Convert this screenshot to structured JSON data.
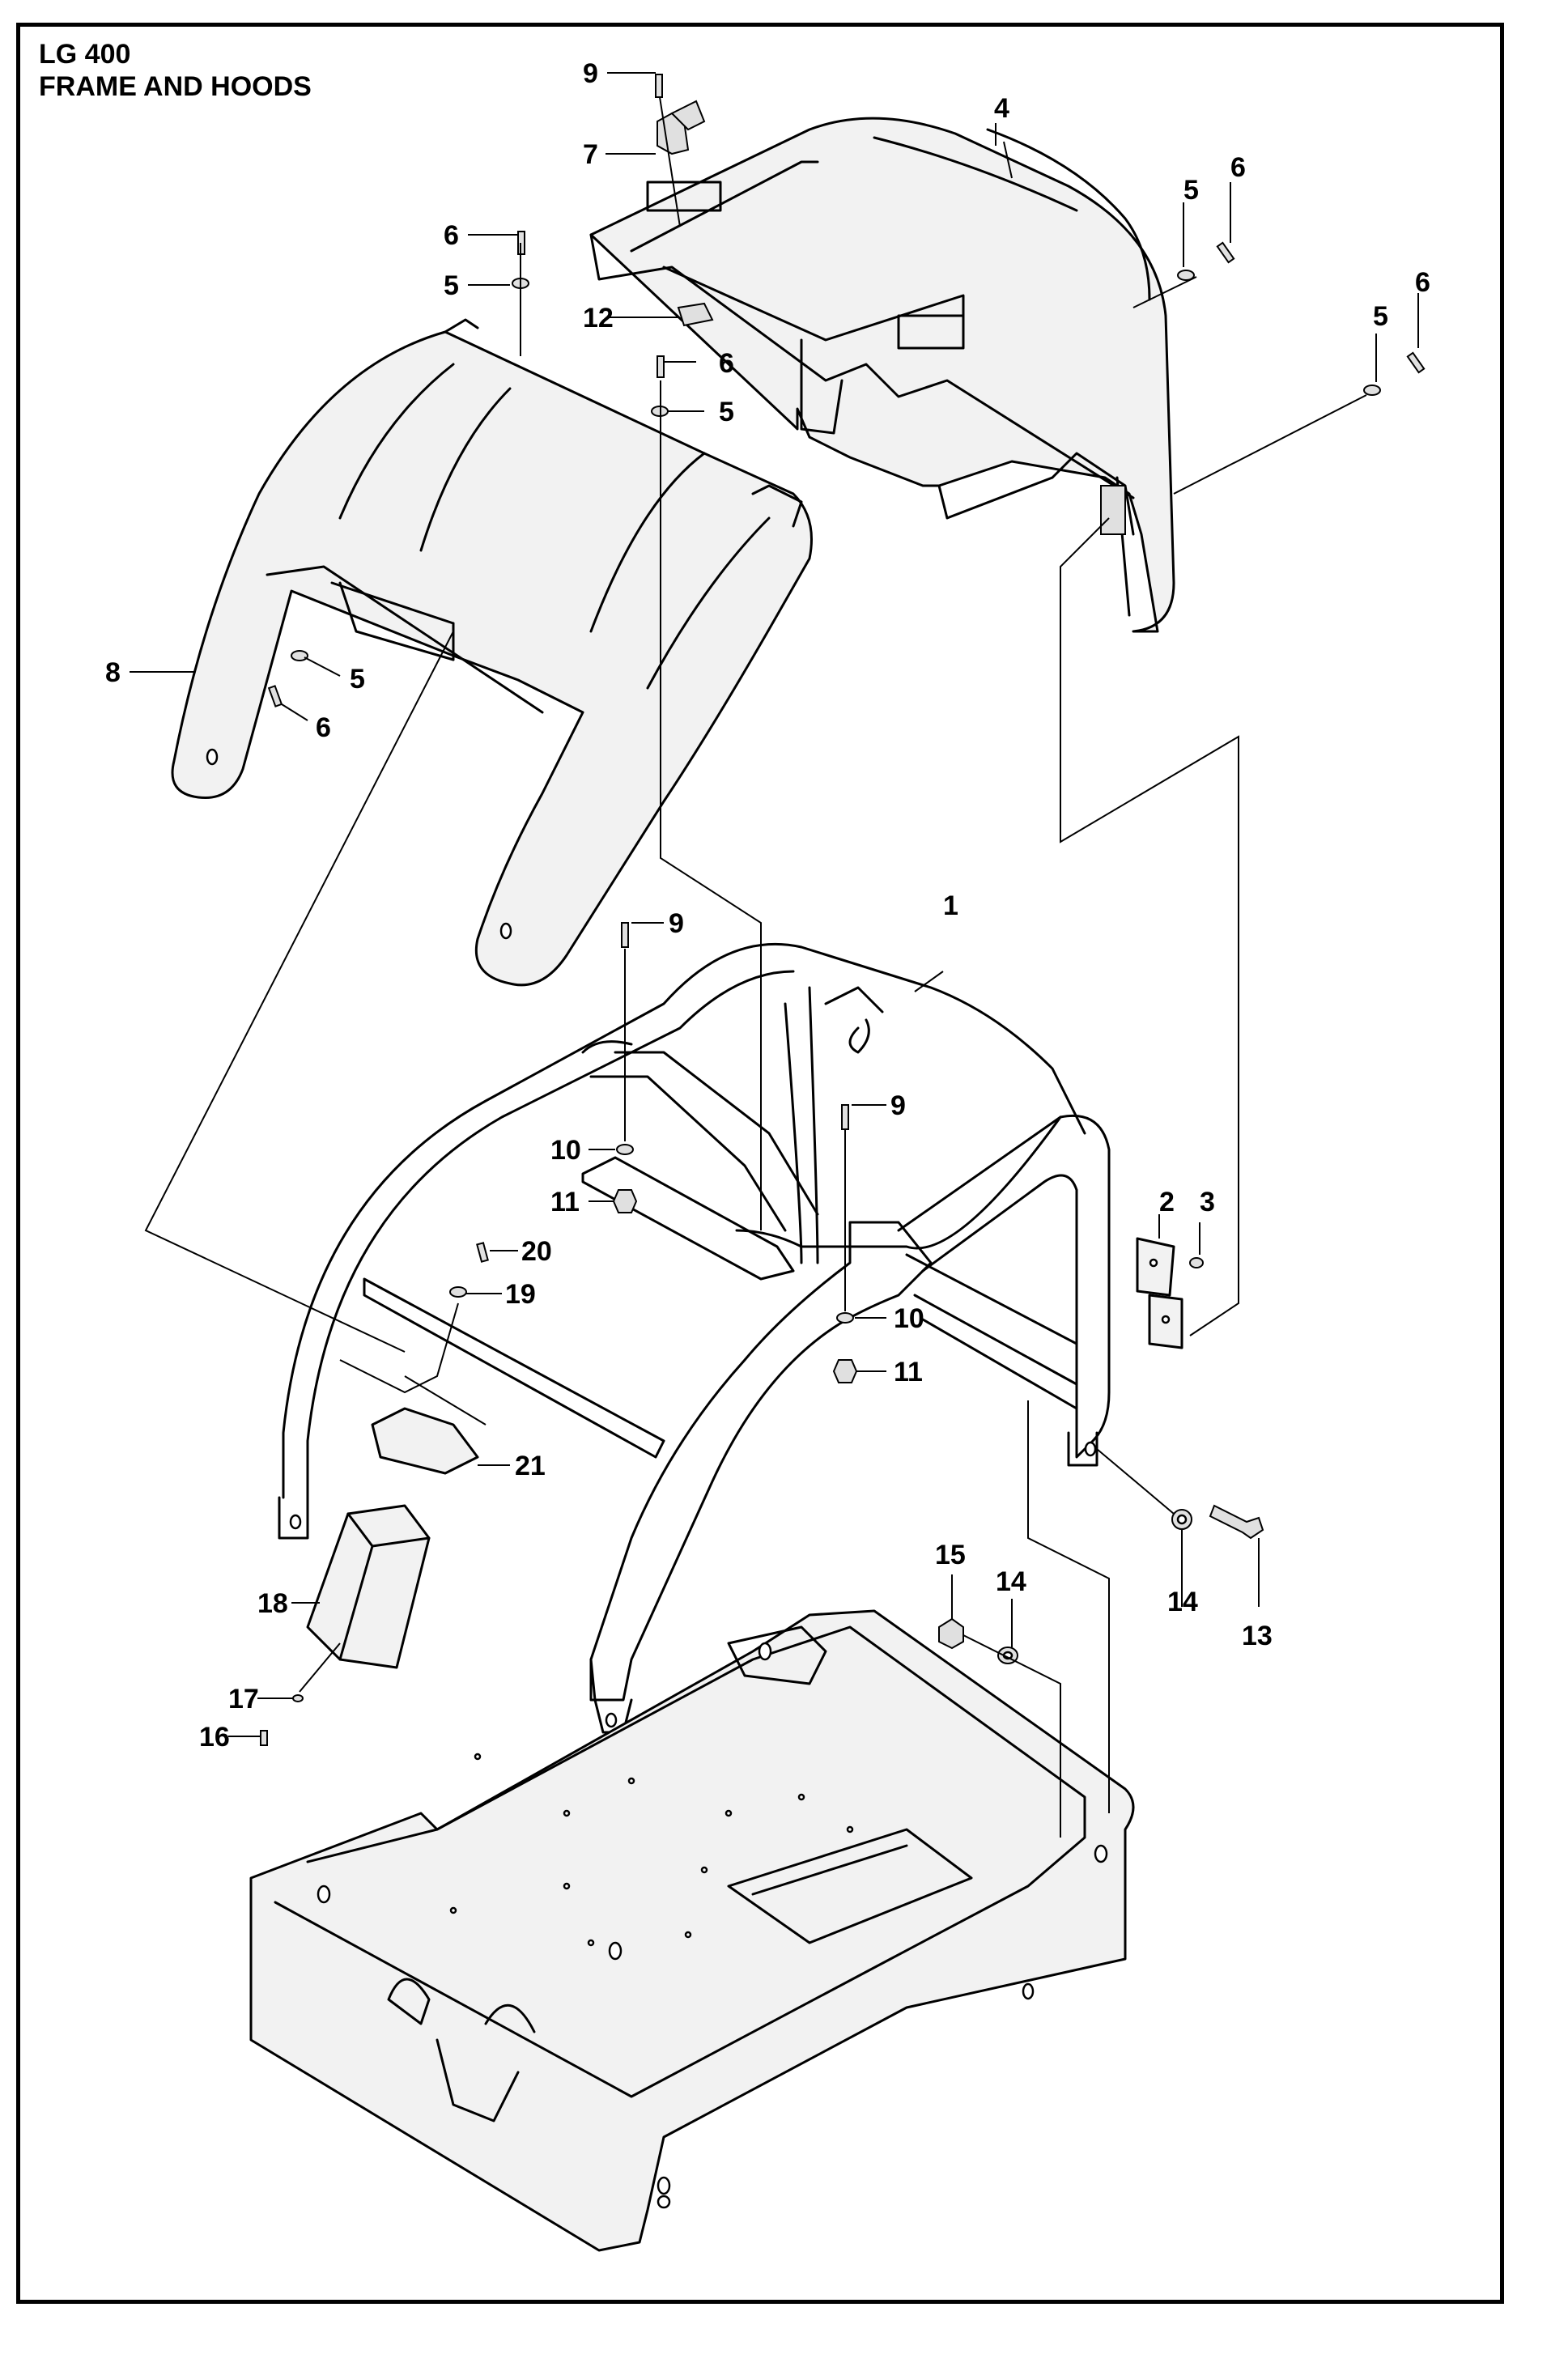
{
  "title": {
    "model": "LG 400",
    "name": "FRAME AND HOODS"
  },
  "callouts": [
    {
      "id": "c1",
      "label": "1"
    },
    {
      "id": "c2",
      "label": "2"
    },
    {
      "id": "c3",
      "label": "3"
    },
    {
      "id": "c4",
      "label": "4"
    },
    {
      "id": "c5a",
      "label": "5"
    },
    {
      "id": "c5b",
      "label": "5"
    },
    {
      "id": "c5c",
      "label": "5"
    },
    {
      "id": "c5d",
      "label": "5"
    },
    {
      "id": "c5e",
      "label": "5"
    },
    {
      "id": "c6a",
      "label": "6"
    },
    {
      "id": "c6b",
      "label": "6"
    },
    {
      "id": "c6c",
      "label": "6"
    },
    {
      "id": "c6d",
      "label": "6"
    },
    {
      "id": "c6e",
      "label": "6"
    },
    {
      "id": "c7",
      "label": "7"
    },
    {
      "id": "c8",
      "label": "8"
    },
    {
      "id": "c9a",
      "label": "9"
    },
    {
      "id": "c9b",
      "label": "9"
    },
    {
      "id": "c9c",
      "label": "9"
    },
    {
      "id": "c10a",
      "label": "10"
    },
    {
      "id": "c10b",
      "label": "10"
    },
    {
      "id": "c11a",
      "label": "11"
    },
    {
      "id": "c11b",
      "label": "11"
    },
    {
      "id": "c12",
      "label": "12"
    },
    {
      "id": "c13",
      "label": "13"
    },
    {
      "id": "c14a",
      "label": "14"
    },
    {
      "id": "c14b",
      "label": "14"
    },
    {
      "id": "c15",
      "label": "15"
    },
    {
      "id": "c16",
      "label": "16"
    },
    {
      "id": "c17",
      "label": "17"
    },
    {
      "id": "c18",
      "label": "18"
    },
    {
      "id": "c19",
      "label": "19"
    },
    {
      "id": "c20",
      "label": "20"
    },
    {
      "id": "c21",
      "label": "21"
    }
  ]
}
